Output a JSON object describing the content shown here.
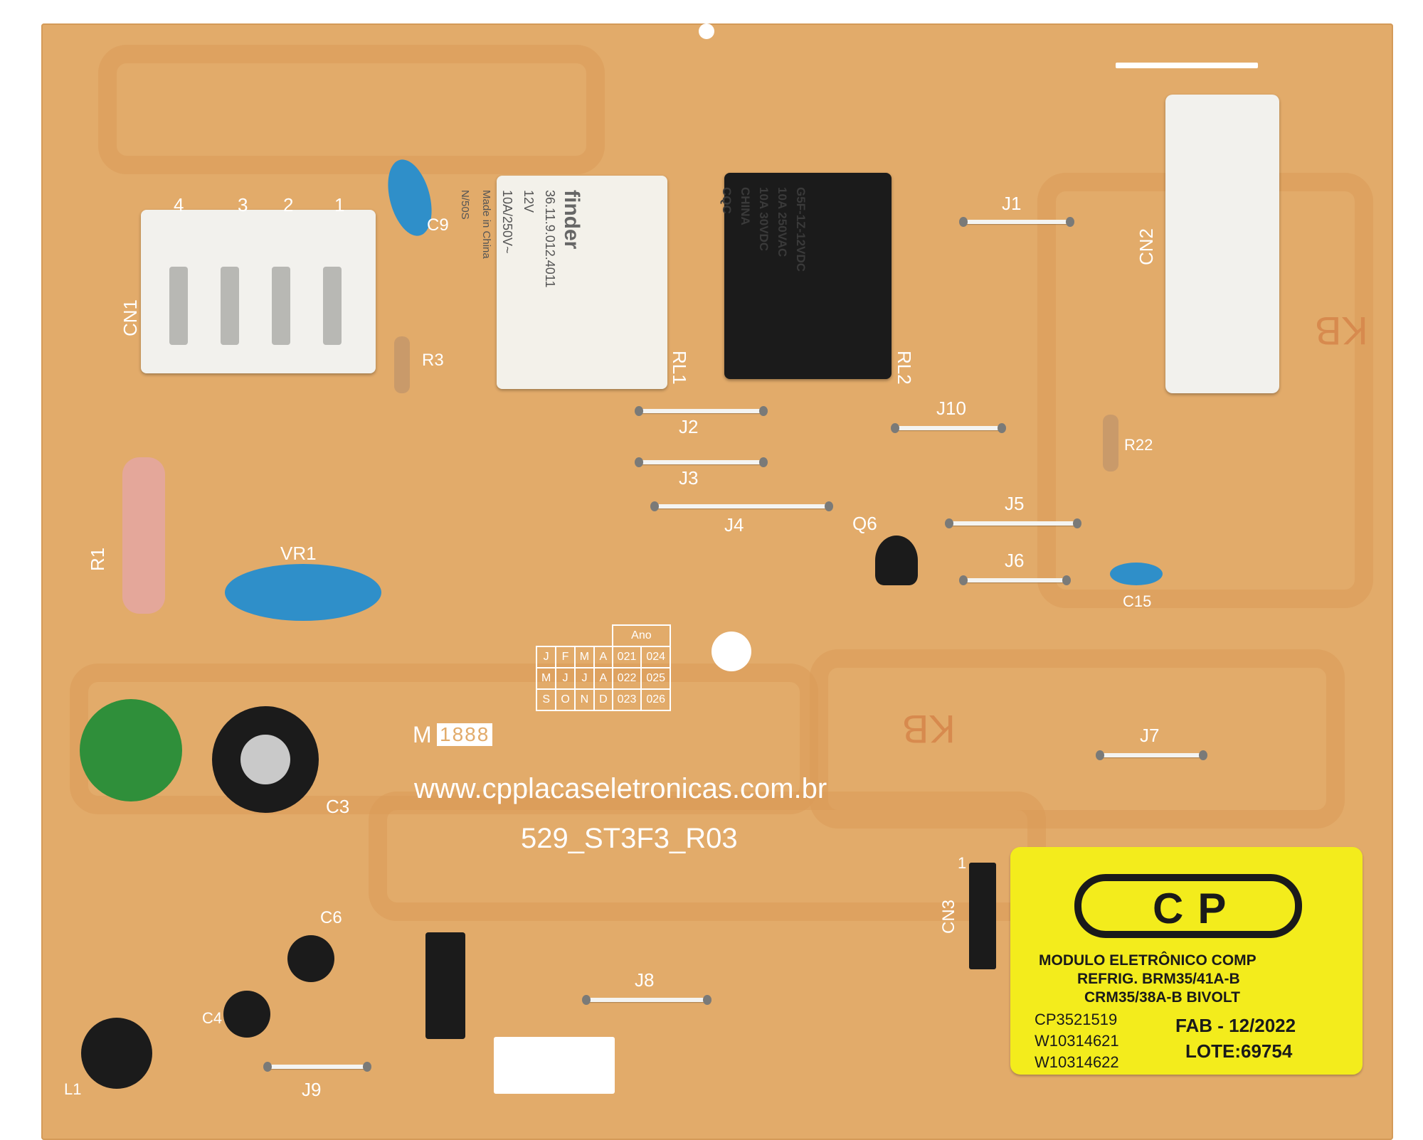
{
  "board": {
    "website": "www.cpplacaseletronicas.com.br",
    "model_code": "529_ST3F3_R03",
    "mfg_mark": "M",
    "mfg_mark_digits": "1888"
  },
  "components": {
    "cn1": "CN1",
    "cn2": "CN2",
    "cn3": "CN3",
    "cn3_pin": "1",
    "cn1_pins": [
      "4",
      "3",
      "2",
      "1"
    ],
    "c9": "C9",
    "r3": "R3",
    "rl1": "RL1",
    "rl2": "RL2",
    "r22": "R22",
    "r1": "R1",
    "vr1": "VR1",
    "q6": "Q6",
    "c15": "C15",
    "c3": "C3",
    "c6": "C6",
    "c4": "C4",
    "l1": "L1",
    "j1": "J1",
    "j2": "J2",
    "j3": "J3",
    "j4": "J4",
    "j5": "J5",
    "j6": "J6",
    "j7": "J7",
    "j8": "J8",
    "j9": "J9",
    "j10": "J10",
    "kb": "KB"
  },
  "relay1": {
    "brand": "finder",
    "part": "36.11.9.012.4011",
    "voltage": "12V",
    "rating": "10A/250V~",
    "origin": "Made in China",
    "code": "N/50S"
  },
  "relay2": {
    "part": "G5F-1Z-12VDC",
    "rating1": "10A 250VAC",
    "rating2": "10A 30VDC",
    "origin": "CHINA",
    "mark": "CQC"
  },
  "date_grid": {
    "header": "Ano",
    "rows": [
      [
        "J",
        "F",
        "M",
        "A",
        "021",
        "024"
      ],
      [
        "M",
        "J",
        "J",
        "A",
        "022",
        "025"
      ],
      [
        "S",
        "O",
        "N",
        "D",
        "023",
        "026"
      ]
    ]
  },
  "label": {
    "logo": "CP",
    "line1": "MODULO ELETRÔNICO COMP",
    "line2": "REFRIG. BRM35/41A-B",
    "line3": "CRM35/38A-B  BIVOLT",
    "code1": "CP3521519",
    "code2": "W10314621",
    "code3": "W10314622",
    "fab": "FAB - 12/2022",
    "lote": "LOTE:69754"
  },
  "colors": {
    "pcb": "#e2ab6a",
    "silkscreen": "#ffffff",
    "label": "#f3ec1c",
    "capacitor_blue": "#2f8fc9",
    "relay_black": "#1b1b1b"
  }
}
